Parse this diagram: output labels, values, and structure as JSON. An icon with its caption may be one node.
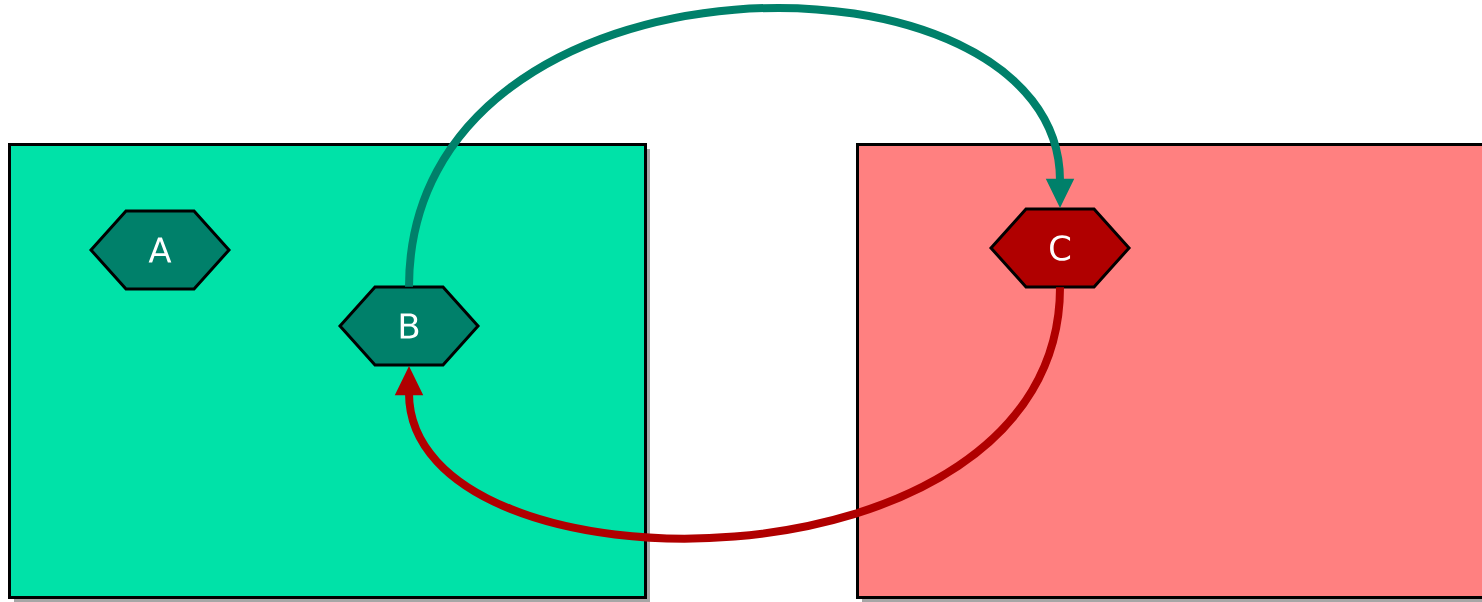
{
  "diagram": {
    "nodes": [
      {
        "text": [],
        "shape": "box"
      },
      {
        "text": [
          "A"
        ],
        "in": 0
      },
      {
        "text": [
          "B"
        ],
        "in": 0
      },
      {
        "text": [],
        "shape": "box"
      },
      {
        "text": [
          "C"
        ],
        "in": 3
      }
    ],
    "edges": [
      {
        "from": 2,
        "to": 4,
        "arrow": "to",
        "color": "#00806a"
      },
      {
        "from": 4,
        "to": 2,
        "arrow": "to",
        "color": "#b00000"
      }
    ]
  }
}
